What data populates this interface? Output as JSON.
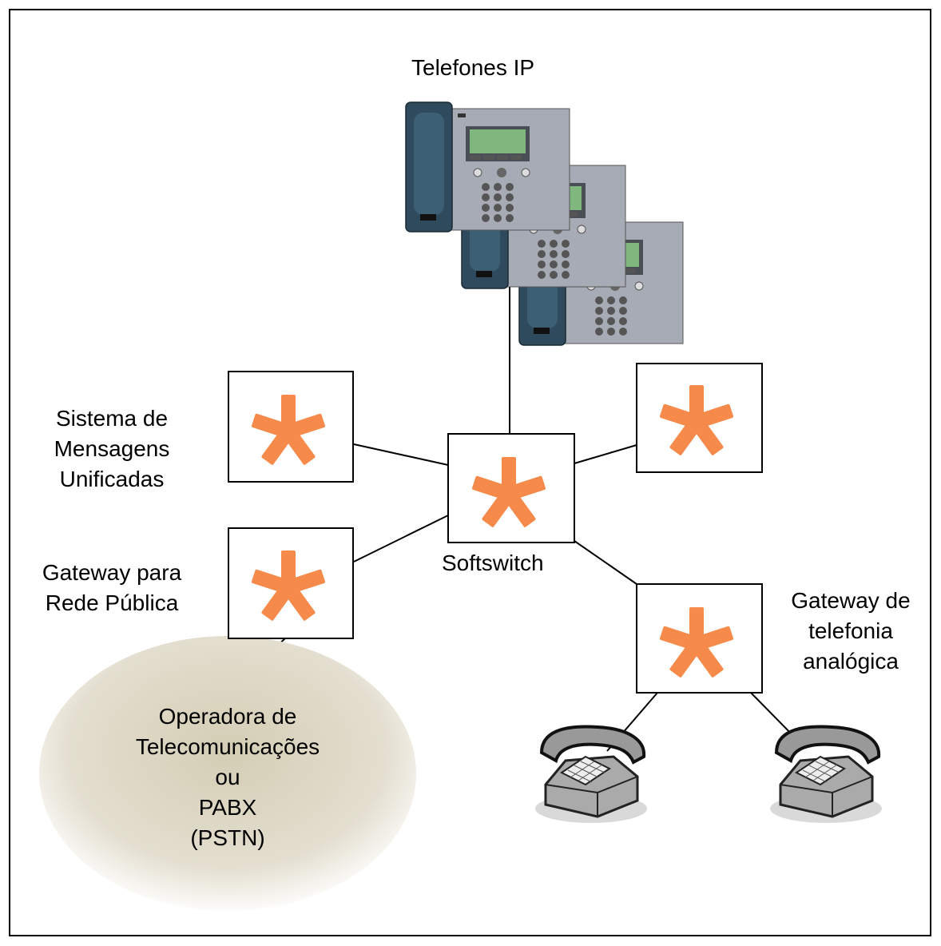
{
  "title": "Telefones IP",
  "nodes": {
    "softswitch": "Softswitch",
    "messaging": [
      "Sistema de",
      "Mensagens",
      "Unificadas"
    ],
    "gateway_public": [
      "Gateway para",
      "Rede Pública"
    ],
    "gateway_analog": [
      "Gateway de",
      "telefonia",
      "analógica"
    ],
    "operator": [
      "Operadora de",
      "Telecomunicações",
      "ou",
      "PABX",
      "(PSTN)"
    ]
  },
  "colors": {
    "asterisk": "#F58A4B",
    "cloud": "#D8D2BC",
    "phone_body": "#A7ABB5",
    "handset": "#2E4A5C",
    "screen": "#7FB77E"
  }
}
